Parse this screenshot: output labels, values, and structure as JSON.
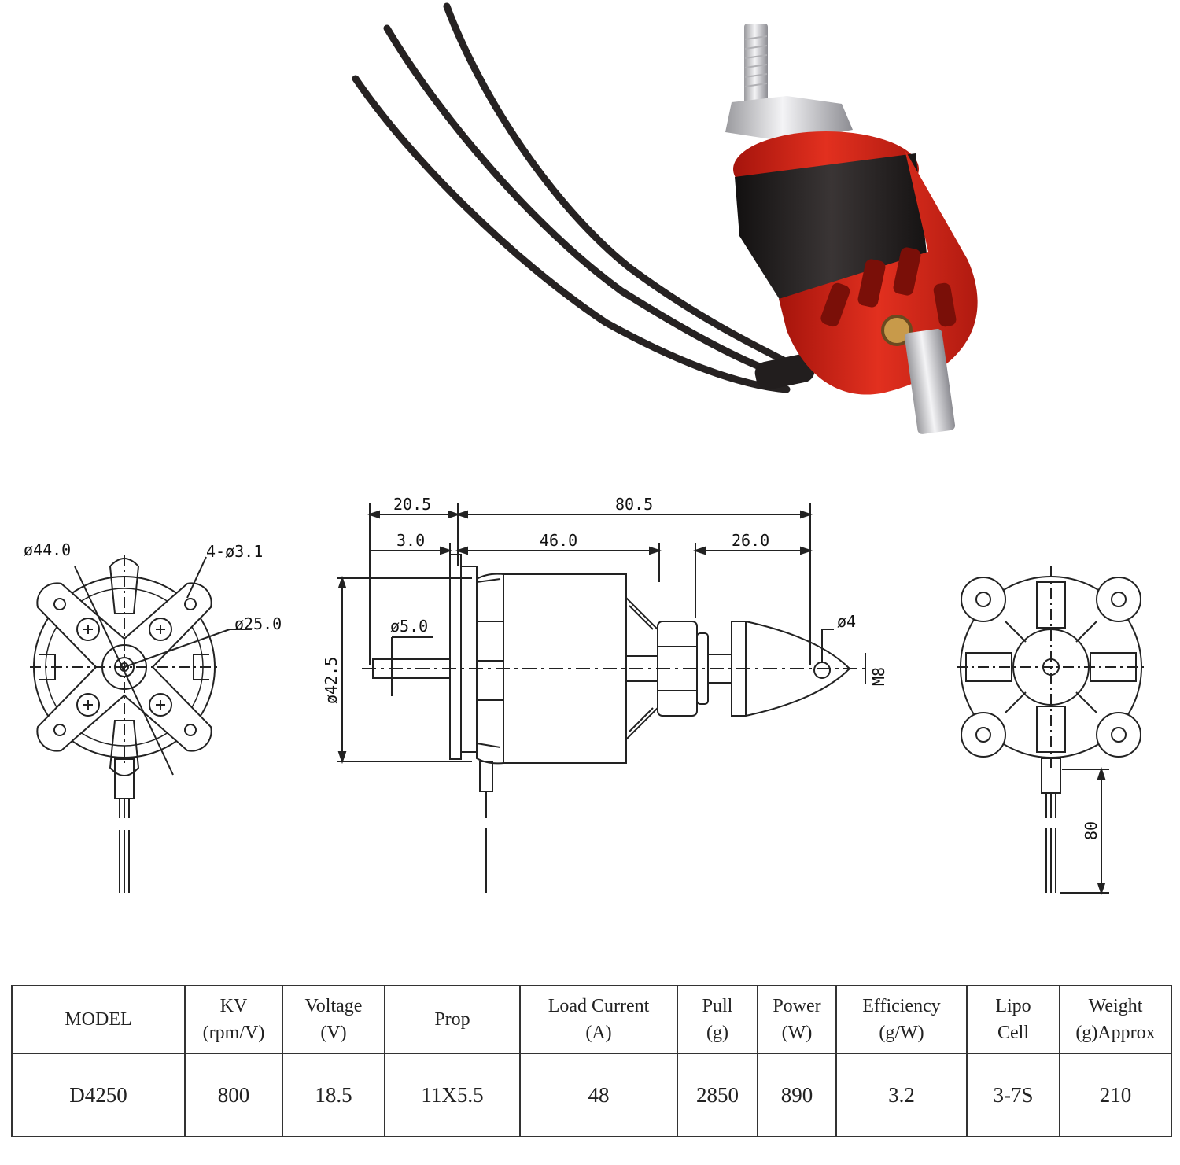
{
  "photo": {
    "subject": "brushless outrunner motor with three black leads",
    "icon": "motor-photo-icon",
    "colors": {
      "housing_red": "#d42518",
      "band_black": "#1f1c1c",
      "shaft_silver": "#d8d8dc",
      "wire_black": "#262222"
    }
  },
  "drawing": {
    "dims": {
      "total_length": "80.5",
      "rear_shaft_length": "20.5",
      "mount_thickness": "3.0",
      "body_length": "46.0",
      "front_length": "26.0",
      "rear_shaft_dia": "ø5.0",
      "body_dia": "ø42.5",
      "cross_hole_dia": "ø4",
      "thread": "M8",
      "mount_outer_dia": "ø44.0",
      "mount_holes": "4-ø3.1",
      "mount_bolt_circle": "ø25.0",
      "wire_length": "80"
    }
  },
  "table": {
    "headers": [
      {
        "key": "model",
        "lines": [
          "MODEL"
        ]
      },
      {
        "key": "kv",
        "lines": [
          "KV",
          "(rpm/V)"
        ]
      },
      {
        "key": "voltage",
        "lines": [
          "Voltage",
          "(V)"
        ]
      },
      {
        "key": "prop",
        "lines": [
          "Prop"
        ]
      },
      {
        "key": "load_current",
        "lines": [
          "Load Current",
          "(A)"
        ]
      },
      {
        "key": "pull",
        "lines": [
          "Pull",
          "(g)"
        ]
      },
      {
        "key": "power",
        "lines": [
          "Power",
          "(W)"
        ]
      },
      {
        "key": "efficiency",
        "lines": [
          "Efficiency",
          "(g/W)"
        ]
      },
      {
        "key": "lipo",
        "lines": [
          "Lipo",
          "Cell"
        ]
      },
      {
        "key": "weight",
        "lines": [
          "Weight",
          "(g)Approx"
        ]
      }
    ],
    "row": [
      "D4250",
      "800",
      "18.5",
      "11X5.5",
      "48",
      "2850",
      "890",
      "3.2",
      "3-7S",
      "210"
    ]
  }
}
